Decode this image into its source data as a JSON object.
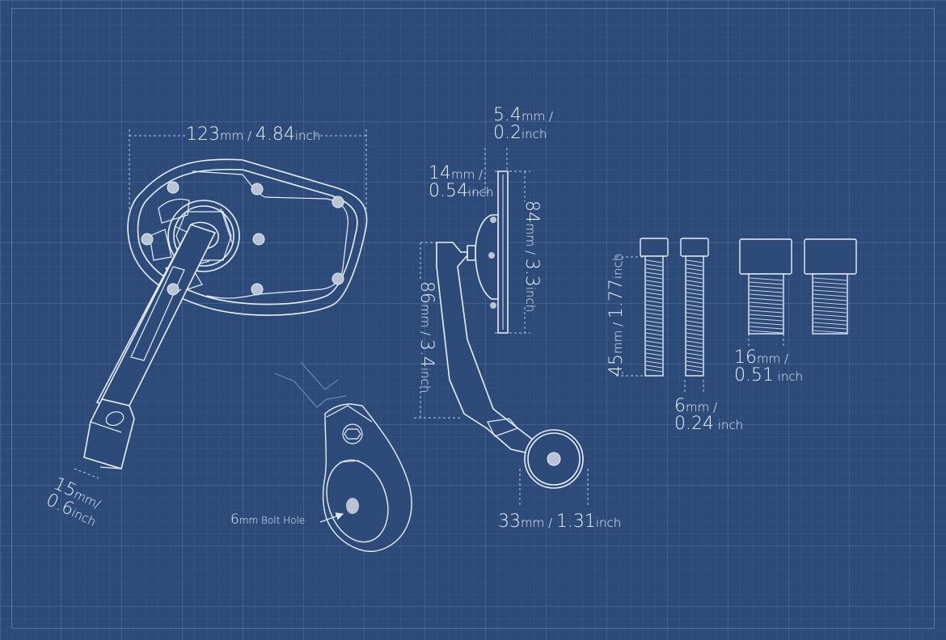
{
  "dimensions": {
    "mirror_width": {
      "mm": "123",
      "mm_unit": "mm",
      "sep": "/",
      "in": "4.84",
      "in_unit": "inch"
    },
    "arm_width": {
      "mm": "15",
      "mm_unit": "mm",
      "sep": "/",
      "in": "0.6",
      "in_unit": "inch"
    },
    "glass_thickness": {
      "mm": "5.4",
      "mm_unit": "mm",
      "sep": "/",
      "in": "0.2",
      "in_unit": "inch"
    },
    "mount_depth": {
      "mm": "14",
      "mm_unit": "mm",
      "sep": "/",
      "in": "0.54",
      "in_unit": "inch"
    },
    "mirror_height": {
      "mm": "84",
      "mm_unit": "mm",
      "sep": "/",
      "in": "3.3",
      "in_unit": "inch"
    },
    "arm_height": {
      "mm": "86",
      "mm_unit": "mm",
      "sep": "/",
      "in": "3.4",
      "in_unit": "inch"
    },
    "clamp_diameter": {
      "mm": "33",
      "mm_unit": "mm",
      "sep": "/",
      "in": "1.31",
      "in_unit": "inch"
    },
    "bolt_length": {
      "mm": "45",
      "mm_unit": "mm",
      "sep": "/",
      "in": "1.77",
      "in_unit": "inch"
    },
    "bolt_diameter": {
      "mm": "6",
      "mm_unit": "mm",
      "sep": "/",
      "in": "0.24",
      "in_unit": "inch"
    },
    "short_bolt_length": {
      "mm": "16",
      "mm_unit": "mm",
      "sep": "/",
      "in": "0.51",
      "in_unit": "inch"
    }
  },
  "bolt_hole": {
    "size": "6",
    "unit": "mm",
    "text": "Bolt Hole"
  },
  "colors": {
    "background": "#2d4a79",
    "line": "#e6f0ff",
    "dimension": "#b9cbe6",
    "accent": "#a9b8cc"
  }
}
